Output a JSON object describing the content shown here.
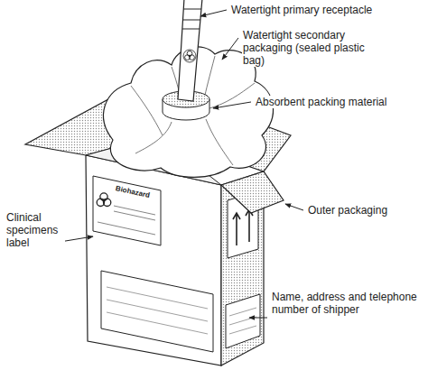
{
  "diagram": {
    "labels": [
      "Watertight primary receptacle",
      "Watertight secondary packaging (sealed plastic bag)",
      "Absorbent packing material",
      "Outer packaging",
      "Clinical specimens label",
      "Name, address and telephone number of shipper",
      "Biohazard"
    ]
  }
}
